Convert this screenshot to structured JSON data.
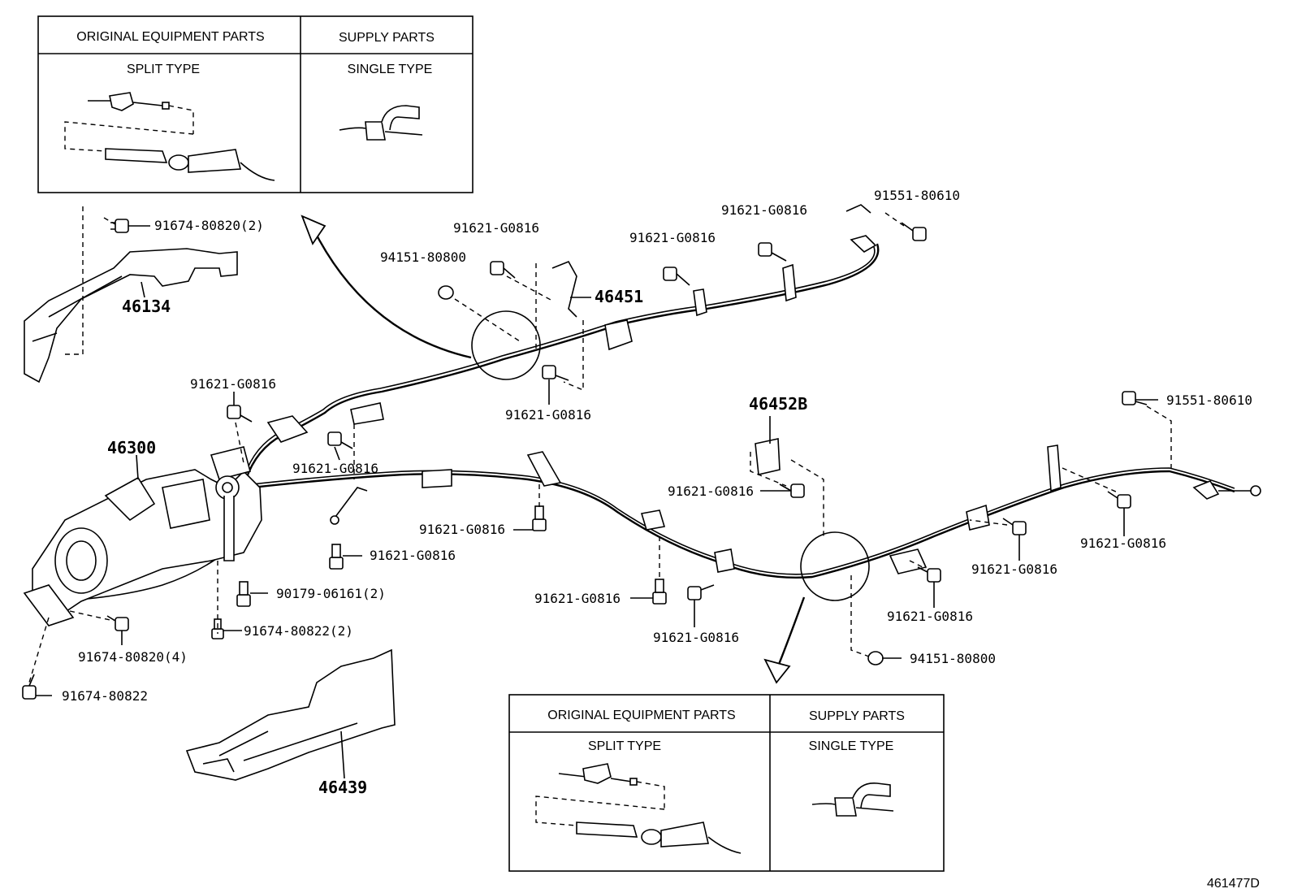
{
  "inset_top": {
    "col1_header": "ORIGINAL EQUIPMENT PARTS",
    "col2_header": "SUPPLY PARTS",
    "col1_sub": "SPLIT TYPE",
    "col2_sub": "SINGLE TYPE"
  },
  "inset_bottom": {
    "col1_header": "ORIGINAL EQUIPMENT PARTS",
    "col2_header": "SUPPLY PARTS",
    "col1_sub": "SPLIT TYPE",
    "col2_sub": "SINGLE TYPE"
  },
  "labels": {
    "p91674_80820_2": "91674-80820(2)",
    "p46134": "46134",
    "p94151_80800_a": "94151-80800",
    "p91621_a": "91621-G0816",
    "p91621_b": "91621-G0816",
    "p91621_c": "91621-G0816",
    "p91551_80610_a": "91551-80610",
    "p46451": "46451",
    "p91621_d": "91621-G0816",
    "p91621_e": "91621-G0816",
    "p91621_f": "91621-G0816",
    "p46300": "46300",
    "p46452b": "46452B",
    "p91551_80610_b": "91551-80610",
    "p91621_g": "91621-G0816",
    "p91621_h": "91621-G0816",
    "p91621_i": "91621-G0816",
    "p91621_j": "91621-G0816",
    "p91621_k": "91621-G0816",
    "p91621_l": "91621-G0816",
    "p91621_m": "91621-G0816",
    "p91621_n": "91621-G0816",
    "p90179_06161_2": "90179-06161(2)",
    "p91674_80822_2": "91674-80822(2)",
    "p91674_80820_4": "91674-80820(4)",
    "p91674_80822": "91674-80822",
    "p94151_80800_b": "94151-80800",
    "p46439": "46439",
    "diagram_code": "461477D"
  }
}
